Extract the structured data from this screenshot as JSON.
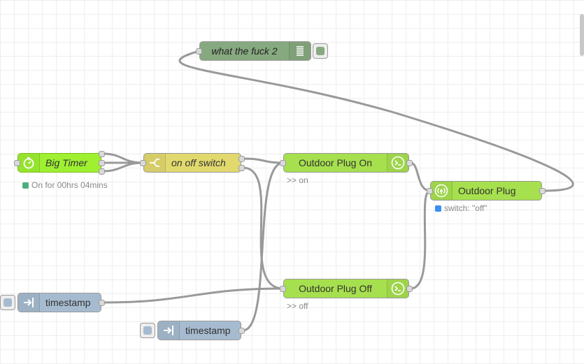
{
  "flow": {
    "nodes": {
      "debug": {
        "label": "what the fuck 2",
        "color": "#87a980",
        "button_color": "#87a980"
      },
      "big_timer": {
        "label": "Big Timer",
        "color": "#9ef031",
        "status": "On for 00hrs 04mins",
        "status_color": "#4caf7f"
      },
      "switch": {
        "label": "on off switch",
        "color": "#e2d96e"
      },
      "plug_on": {
        "label": "Outdoor Plug On",
        "color": "#a6e04e",
        "status": ">> on"
      },
      "plug_off": {
        "label": "Outdoor Plug Off",
        "color": "#a6e04e",
        "status": ">> off"
      },
      "outdoor_plug": {
        "label": "Outdoor Plug",
        "color": "#a6e04e",
        "status": "switch: \"off\"",
        "status_color": "#3c8ef0"
      },
      "inject1": {
        "label": "timestamp",
        "color": "#a6bbcf"
      },
      "inject2": {
        "label": "timestamp",
        "color": "#a6bbcf"
      }
    },
    "icons": {
      "debug": "list-icon",
      "big_timer": "timer-icon",
      "switch": "switch-icon",
      "plug_on": "terminal-icon",
      "plug_off": "terminal-icon",
      "outdoor_plug": "radio-icon",
      "inject1": "arrow-in-icon",
      "inject2": "arrow-in-icon"
    },
    "wire_color": "#999999"
  }
}
